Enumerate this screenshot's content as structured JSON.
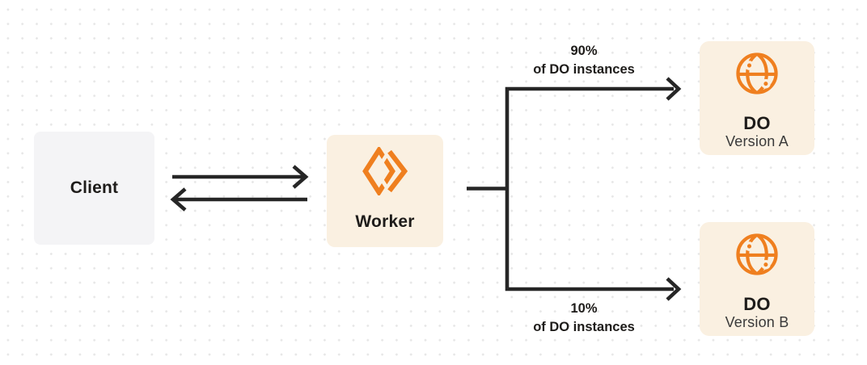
{
  "nodes": {
    "client": {
      "label": "Client"
    },
    "worker": {
      "label": "Worker",
      "icon": "cloudflare-workers-icon"
    },
    "do_version_a": {
      "title": "DO",
      "subtitle": "Version A",
      "icon": "globe-icon"
    },
    "do_version_b": {
      "title": "DO",
      "subtitle": "Version B",
      "icon": "globe-icon"
    }
  },
  "edge_labels": {
    "top_branch": {
      "line1": "90%",
      "line2": "of DO instances"
    },
    "bottom_branch": {
      "line1": "10%",
      "line2": "of DO instances"
    }
  },
  "colors": {
    "accent_orange": "#EF7F1F",
    "cream_box": "#FAF0E1",
    "gray_box": "#F4F4F6",
    "connector": "#262626",
    "text_primary": "#1E1C1A",
    "text_secondary": "#3A3A3A",
    "grid_dot": "#E7E7E7",
    "background": "#FFFFFF"
  }
}
